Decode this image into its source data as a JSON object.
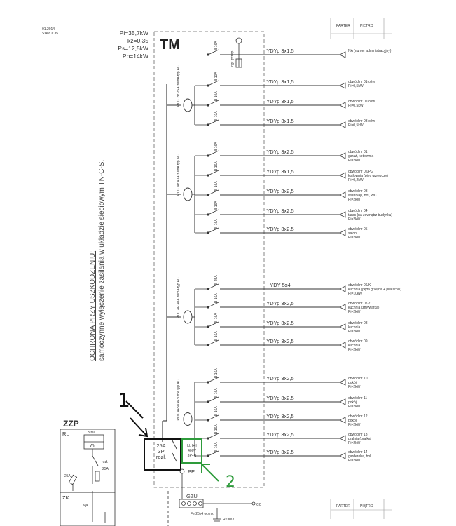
{
  "header": {
    "date_line1": "01.2014",
    "date_line2": "Szkic # 35",
    "col1": "PARTER",
    "col2": "PIĘTRO",
    "footer_col1": "PARTER",
    "footer_col2": "PIĘTRO"
  },
  "power_params": [
    "Pi=35,7kW",
    "kz=0,35",
    "Ps=12,5kW",
    "Pp=14kW"
  ],
  "board_label": "TM",
  "protection_text": {
    "line1": "OCHRONA PRZY USZKODZENIU:",
    "line2": "samoczynne wyłączenie zasilania w układzie sieciowym TN-C-S."
  },
  "spd_label": "ogr. przep.",
  "rcd_labels": [
    "RDC 2P 25A 30mA typ AC",
    "RDC 4P 40A 30mA typ AC",
    "RDC 4P 40A 30mA typ AC",
    "RDC 4P 40A 30mA typ AC"
  ],
  "circuits": [
    {
      "cable": "YDYp 3x1,5",
      "breaker": "B 16A",
      "desc": [
        "NA (numer administracyjny)"
      ]
    },
    {
      "cable": "YDYp 3x1,5",
      "breaker": "B 10A",
      "desc": [
        "obwód nr 01-ośw.",
        "Pi=0,5kW"
      ]
    },
    {
      "cable": "YDYp 3x1,5",
      "breaker": "B 10A",
      "desc": [
        "obwód nr 02-ośw.",
        "Pi=0,5kW"
      ]
    },
    {
      "cable": "YDYp 3x1,5",
      "breaker": "B 10A",
      "desc": [
        "obwód nr 03-ośw.",
        "Pi=0,5kW"
      ]
    },
    {
      "cable": "YDYp 3x2,5",
      "breaker": "B 16A",
      "desc": [
        "obwód nr 01",
        "garaż, kotłownia",
        "Pi=2kW"
      ]
    },
    {
      "cable": "YDYp 3x1,5",
      "breaker": "B 16A",
      "desc": [
        "obwód nr 02/PG",
        "kotłownia (piec grzewczy)",
        "Pi=0,2kW"
      ]
    },
    {
      "cable": "YDYp 3x2,5",
      "breaker": "B 16A",
      "desc": [
        "obwód nr 03",
        "wiatrołap, hol, WC",
        "Pi=2kW"
      ]
    },
    {
      "cable": "YDYp 3x2,5",
      "breaker": "B 16A",
      "desc": [
        "obwód nr 04",
        "taras (na zewnątrz budynku)",
        "Pi=2kW"
      ]
    },
    {
      "cable": "YDYp 3x2,5",
      "breaker": "B 16A",
      "desc": [
        "obwód nr 05",
        "salon",
        "Pi=2kW"
      ]
    },
    {
      "cable": "YDY 5x4",
      "breaker": "B 25A",
      "desc": [
        "obwód nr 06/K",
        "kuchnia (płyta grzejna + piekarnik)",
        "Pi=10kW"
      ]
    },
    {
      "cable": "YDYp 3x2,5",
      "breaker": "B 16A",
      "desc": [
        "obwód nr 07/Z",
        "kuchnia (zmywarka)",
        "Pi=2kW"
      ]
    },
    {
      "cable": "YDYp 3x2,5",
      "breaker": "B 16A",
      "desc": [
        "obwód nr 08",
        "kuchnia",
        "Pi=2kW"
      ]
    },
    {
      "cable": "YDYp 3x2,5",
      "breaker": "B 16A",
      "desc": [
        "obwód nr 09",
        "kuchnia",
        "Pi=2kW"
      ]
    },
    {
      "cable": "YDYp 3x2,5",
      "breaker": "B 16A",
      "desc": [
        "obwód nr 10",
        "pokój",
        "Pi=2kW"
      ]
    },
    {
      "cable": "YDYp 3x2,5",
      "breaker": "B 16A",
      "desc": [
        "obwód nr 11",
        "pokój",
        "Pi=2kW"
      ]
    },
    {
      "cable": "YDYp 3x2,5",
      "breaker": "B 16A",
      "desc": [
        "obwód nr 12",
        "pokój",
        "Pi=2kW"
      ]
    },
    {
      "cable": "YDYp 3x2,5",
      "breaker": "B 16A",
      "desc": [
        "obwód nr 13",
        "pralnia (pralka)",
        "Pi=2kW"
      ]
    },
    {
      "cable": "YDYp 3x2,5",
      "breaker": "B 16A",
      "desc": [
        "obwód nr 14",
        "garderoba, hol",
        "Pi=2kW"
      ]
    }
  ],
  "main_switch": {
    "line1": "25A",
    "line2": "3P",
    "line3": "rozł."
  },
  "surge_box": {
    "line1": "kl. I+II",
    "line2": "400V",
    "line3": "3P+N"
  },
  "pe_label": "PE",
  "gzu": {
    "title": "GZU",
    "line": "Fe 25x4 ocynk.",
    "cc": "CC",
    "rk": "R<30Ω"
  },
  "zzp": {
    "title": "ZZP",
    "rl": "RL",
    "meter_top": "3-faz.",
    "meter": "Wh",
    "rozl": "rozł.",
    "fuse_right": "25A",
    "fuse_left": "25A",
    "zk": "ZK",
    "wyl": "wył."
  },
  "callouts": {
    "one": "1",
    "two": "2"
  },
  "colors": {
    "line": "#333333",
    "green": "#2e9b3b",
    "black": "#111111"
  }
}
